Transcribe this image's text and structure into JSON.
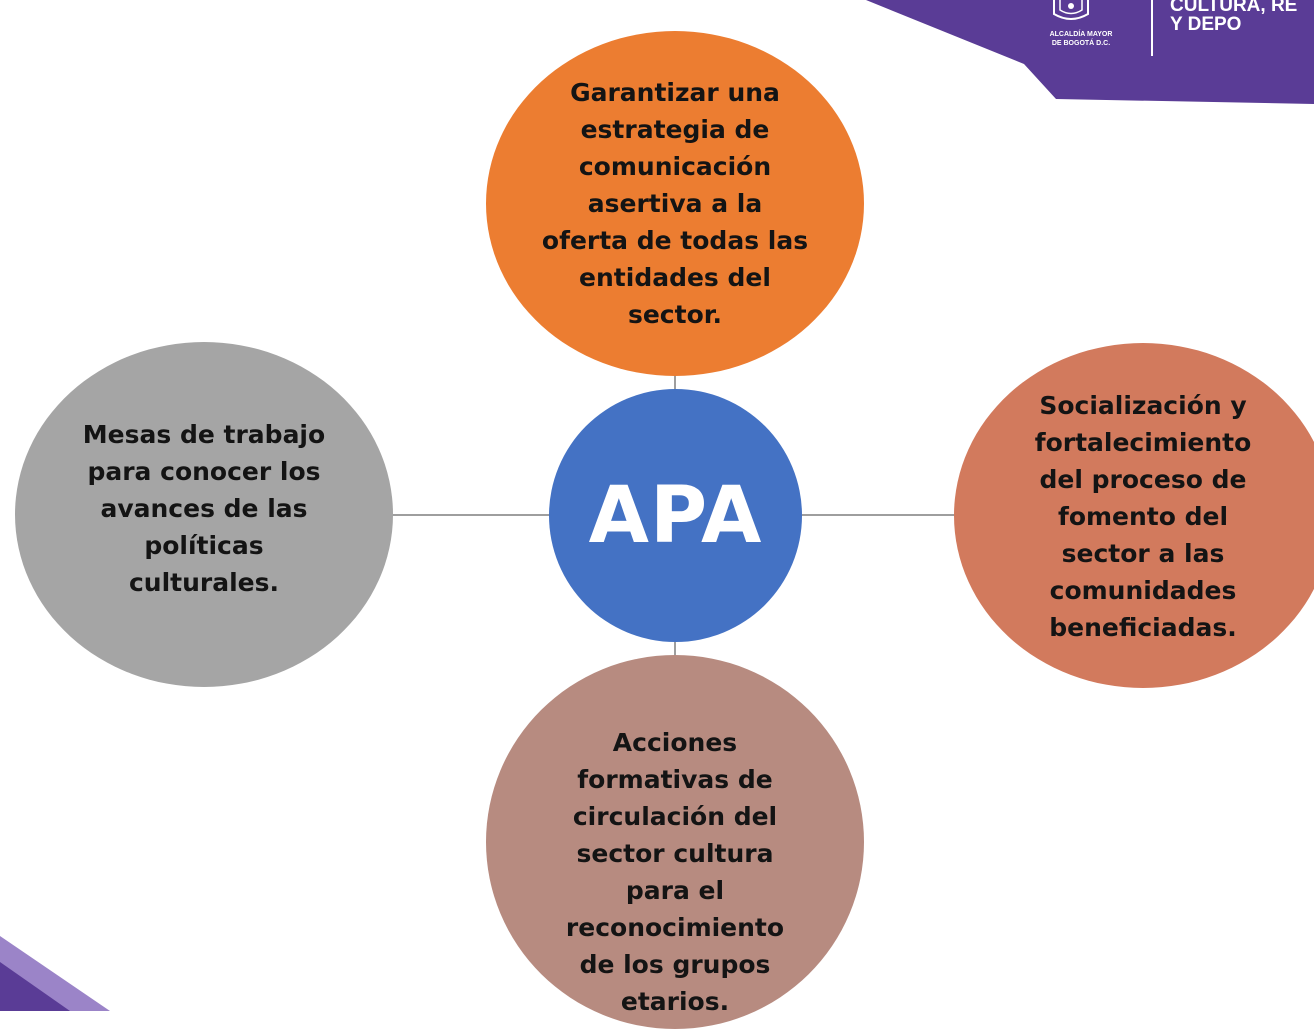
{
  "diagram": {
    "center": {
      "label": "APA"
    },
    "nodes": {
      "top": "Garantizar una\nestrategia de\ncomunicación\nasertiva a la\noferta de todas las\nentidades del\nsector.",
      "left": "Mesas de trabajo\npara conocer los\navances de las\npolíticas\nculturales.",
      "right": "Socialización y\nfortalecimiento\ndel proceso de\nfomento del\nsector a las\ncomunidades\nbeneficiadas.",
      "bottom": "Acciones\nformativas de\ncirculación del\nsector cultura\npara el\nreconocimiento\nde los grupos\netarios."
    }
  },
  "branding": {
    "seal_caption": "ALCALDÍA MAYOR\nDE BOGOTÁ D.C.",
    "org_name": "CULTURA, RE\nY DEPO"
  },
  "colors": {
    "center": "#4472c4",
    "top": "#ec7d31",
    "left": "#a5a5a5",
    "right": "#d27a5d",
    "bottom": "#b78b80",
    "brand_purple": "#5a3c96"
  }
}
